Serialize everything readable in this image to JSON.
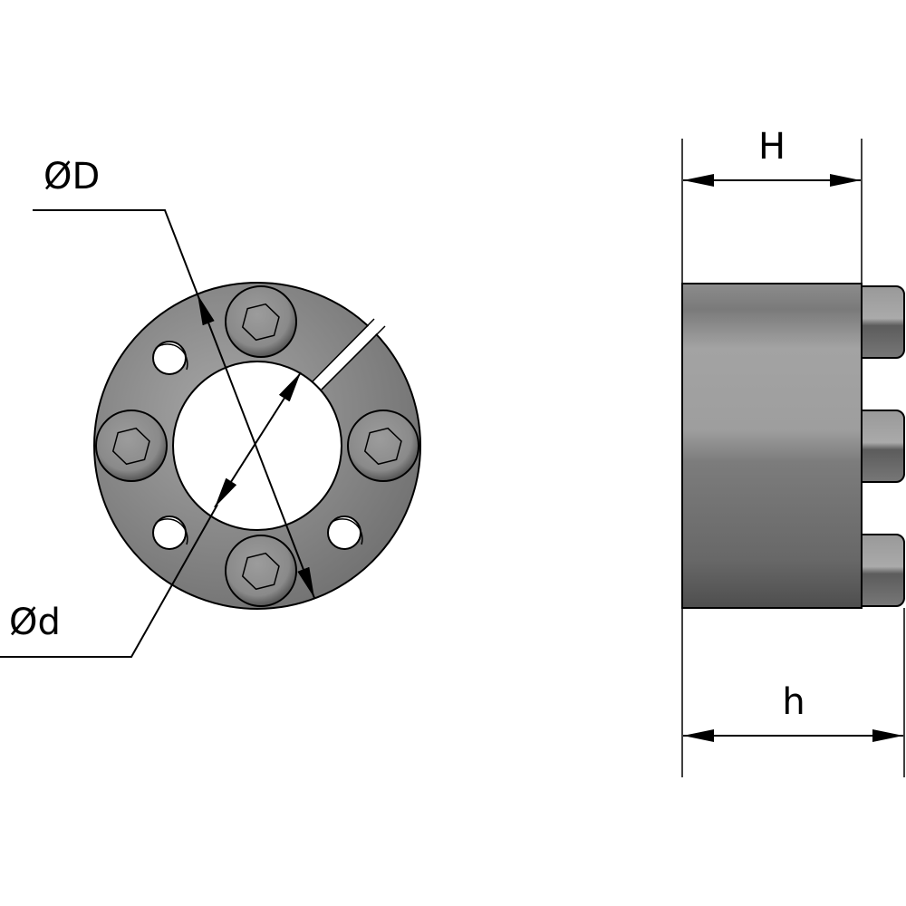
{
  "labels": {
    "outer_diameter": "ØD",
    "inner_diameter": "Ød",
    "overall_length": "H",
    "body_length_with_screws": "h"
  },
  "colors": {
    "part_fill": "#8a8a8a",
    "part_light": "#a8a8a8",
    "part_dark": "#5c5c5c",
    "line": "#000000"
  }
}
